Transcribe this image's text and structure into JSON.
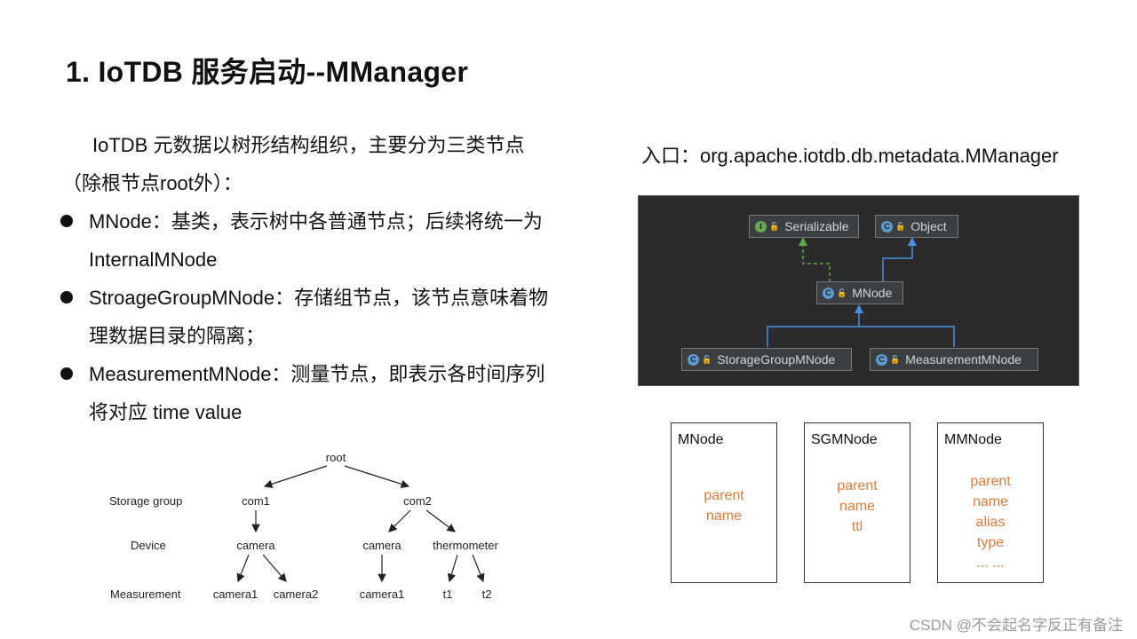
{
  "title": "1. IoTDB 服务启动--MManager",
  "intro": {
    "line1": "IoTDB 元数据以树形结构组织，主要分为三类节点",
    "line2": "（除根节点root外）："
  },
  "bullets": [
    {
      "line1": "MNode：基类，表示树中各普通节点；后续将统一为",
      "line2": "InternalMNode"
    },
    {
      "line1": "StroageGroupMNode：存储组节点，该节点意味着物",
      "line2": "理数据目录的隔离；"
    },
    {
      "line1": "MeasurementMNode：测量节点，即表示各时间序列",
      "line2": "将对应 time value"
    }
  ],
  "entry_label": "入口：org.apache.iotdb.db.metadata.MManager",
  "uml": {
    "nodes": {
      "serializable": {
        "label": "Serializable",
        "kind": "I"
      },
      "object": {
        "label": "Object",
        "kind": "C"
      },
      "mnode": {
        "label": "MNode",
        "kind": "C"
      },
      "storage": {
        "label": "StorageGroupMNode",
        "kind": "C"
      },
      "measurement": {
        "label": "MeasurementMNode",
        "kind": "C"
      }
    },
    "colors": {
      "background": "#2b2b2b",
      "node": "#3c3f41",
      "interface_icon": "#6aa84f",
      "class_icon": "#5c9bd1",
      "arrow_blue": "#4a90e2",
      "arrow_green": "#5aa84b"
    }
  },
  "cards": [
    {
      "title": "MNode",
      "fields": [
        "parent",
        "name"
      ]
    },
    {
      "title": "SGMNode",
      "fields": [
        "parent",
        "name",
        "ttl"
      ]
    },
    {
      "title": "MMNode",
      "fields": [
        "parent",
        "name",
        "alias",
        "type",
        "... ..."
      ]
    }
  ],
  "tree": {
    "row_labels": [
      "Storage group",
      "Device",
      "Measurement"
    ],
    "root": "root",
    "sg1": "com1",
    "sg2": "com2",
    "dev1": "camera",
    "dev2": "camera",
    "dev3": "thermometer",
    "m1": "camera1",
    "m2": "camera2",
    "m3": "camera1",
    "m4": "t1",
    "m5": "t2"
  },
  "watermark": "CSDN @不会起名字反正有备注",
  "accent_color": "#e07b39"
}
